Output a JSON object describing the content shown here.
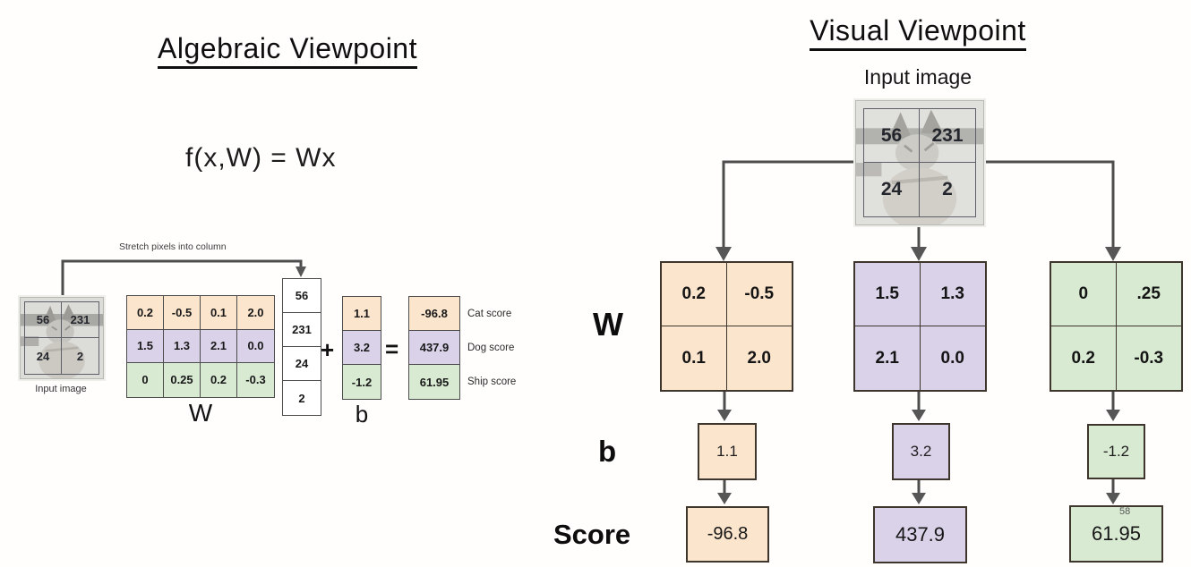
{
  "slide": {
    "left": {
      "title": "Algebraic Viewpoint",
      "formula": "f(x,W) = Wx",
      "stretch_label": "Stretch pixels into column",
      "input_image": {
        "caption": "Input image",
        "pixels": {
          "tl": "56",
          "tr": "231",
          "bl": "24",
          "br": "2"
        }
      },
      "weight_matrix": {
        "label": "W",
        "rows": [
          {
            "class": "cat",
            "values": [
              "0.2",
              "-0.5",
              "0.1",
              "2.0"
            ]
          },
          {
            "class": "dog",
            "values": [
              "1.5",
              "1.3",
              "2.1",
              "0.0"
            ]
          },
          {
            "class": "ship",
            "values": [
              "0",
              "0.25",
              "0.2",
              "-0.3"
            ]
          }
        ]
      },
      "pixel_column": [
        "56",
        "231",
        "24",
        "2"
      ],
      "plus_sign": "+",
      "equals_sign": "=",
      "bias_vector": {
        "label": "b",
        "values": [
          "1.1",
          "3.2",
          "-1.2"
        ]
      },
      "score_vector": {
        "values": [
          "-96.8",
          "437.9",
          "61.95"
        ],
        "labels": [
          "Cat score",
          "Dog score",
          "Ship score"
        ]
      }
    },
    "right": {
      "title": "Visual Viewpoint",
      "input_image": {
        "caption": "Input image",
        "pixels": {
          "tl": "56",
          "tr": "231",
          "bl": "24",
          "br": "2"
        }
      },
      "row_labels": {
        "w": "W",
        "b": "b",
        "score": "Score"
      },
      "classes": [
        {
          "name": "cat",
          "matrix": [
            [
              "0.2",
              "-0.5"
            ],
            [
              "0.1",
              "2.0"
            ]
          ],
          "bias": "1.1",
          "score": "-96.8"
        },
        {
          "name": "dog",
          "matrix": [
            [
              "1.5",
              "1.3"
            ],
            [
              "2.1",
              "0.0"
            ]
          ],
          "bias": "3.2",
          "score": "437.9"
        },
        {
          "name": "ship",
          "matrix": [
            [
              "0",
              ".25"
            ],
            [
              "0.2",
              "-0.3"
            ]
          ],
          "bias": "-1.2",
          "score": "61.95"
        }
      ],
      "page_number": "58"
    },
    "colors": {
      "cat": "#fce5cd",
      "dog": "#d9d2e9",
      "ship": "#d9ead3",
      "arrow": "#4d4d4d"
    }
  }
}
